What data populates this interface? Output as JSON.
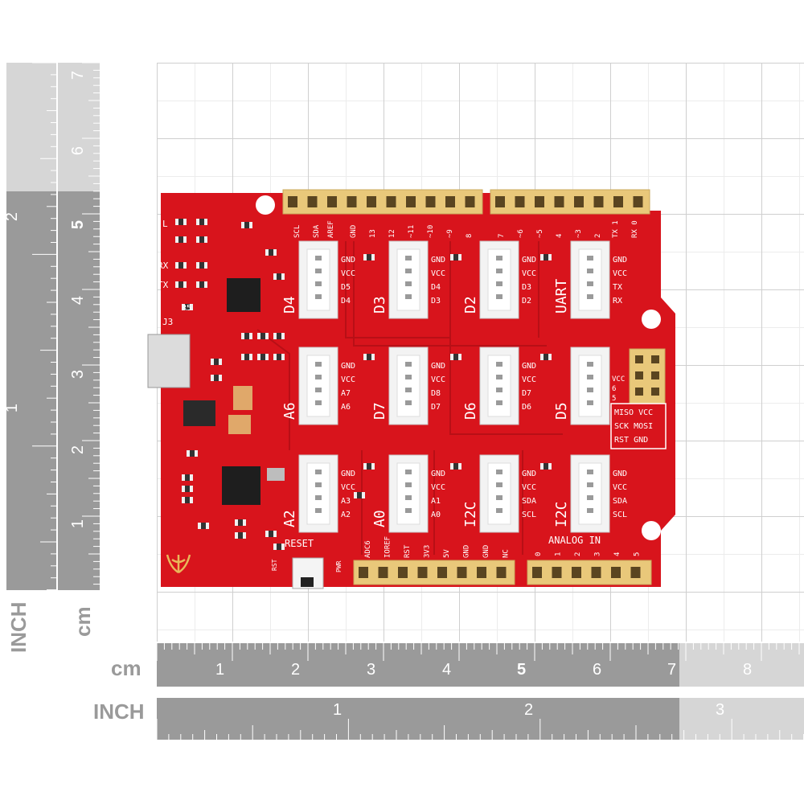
{
  "rulers": {
    "vertical_inch_label": "INCH",
    "vertical_cm_label": "cm",
    "horizontal_cm_label": "cm",
    "horizontal_inch_label": "INCH",
    "vertical_cm_numbers": [
      "7",
      "6",
      "5",
      "4",
      "3",
      "2",
      "1"
    ],
    "vertical_inch_numbers": [
      "2",
      "1"
    ],
    "horizontal_cm_numbers": [
      "1",
      "2",
      "3",
      "4",
      "5",
      "6",
      "7",
      "8"
    ],
    "horizontal_inch_numbers": [
      "1",
      "2",
      "3"
    ]
  },
  "board": {
    "top_header_labels": [
      "SCL",
      "SDA",
      "AREF",
      "GND",
      "13",
      "12",
      "~11",
      "~10",
      "~9",
      "8",
      "7",
      "~6",
      "~5",
      "4",
      "~3",
      "2",
      "TX 1",
      "RX 0"
    ],
    "bottom_header_labels": [
      "ADC6",
      "IOREF",
      "RST",
      "3V3",
      "5V",
      "GND",
      "GND",
      "NC"
    ],
    "analog_labels": [
      "0",
      "1",
      "2",
      "3",
      "4",
      "5"
    ],
    "analog_in": "ANALOG IN",
    "reset": "RESET",
    "rst": "RST",
    "pwr": "PWR",
    "led_l": "L",
    "led_rx": "RX",
    "led_tx": "TX",
    "j3": "J3",
    "r5": "R5",
    "icsp": [
      "MISO VCC",
      "SCK MOSI",
      "RST  GND"
    ],
    "icsp_side": [
      "VCC",
      "6",
      "5"
    ],
    "connectors": [
      {
        "name": "D4",
        "pins": [
          "GND",
          "VCC",
          "D5",
          "D4"
        ]
      },
      {
        "name": "D3",
        "pins": [
          "GND",
          "VCC",
          "D4",
          "D3"
        ]
      },
      {
        "name": "D2",
        "pins": [
          "GND",
          "VCC",
          "D3",
          "D2"
        ]
      },
      {
        "name": "UART",
        "pins": [
          "GND",
          "VCC",
          "TX",
          "RX"
        ]
      },
      {
        "name": "A6",
        "pins": [
          "GND",
          "VCC",
          "A7",
          "A6"
        ]
      },
      {
        "name": "D7",
        "pins": [
          "GND",
          "VCC",
          "D8",
          "D7"
        ]
      },
      {
        "name": "D6",
        "pins": [
          "GND",
          "VCC",
          "D7",
          "D6"
        ]
      },
      {
        "name": "D5",
        "pins": [
          "",
          "",
          "",
          ""
        ]
      },
      {
        "name": "A2",
        "pins": [
          "GND",
          "VCC",
          "A3",
          "A2"
        ]
      },
      {
        "name": "A0",
        "pins": [
          "GND",
          "VCC",
          "A1",
          "A0"
        ]
      },
      {
        "name": "I2C",
        "pins": [
          "GND",
          "VCC",
          "SDA",
          "SCL"
        ]
      },
      {
        "name": "I2C",
        "pins": [
          "GND",
          "VCC",
          "SDA",
          "SCL"
        ]
      }
    ]
  },
  "colors": {
    "pcb": "#d8141c",
    "pcb_dark": "#b80f16",
    "header": "#e9c87a",
    "connector": "#f3f3f3",
    "ruler": "#9a9a9a"
  }
}
